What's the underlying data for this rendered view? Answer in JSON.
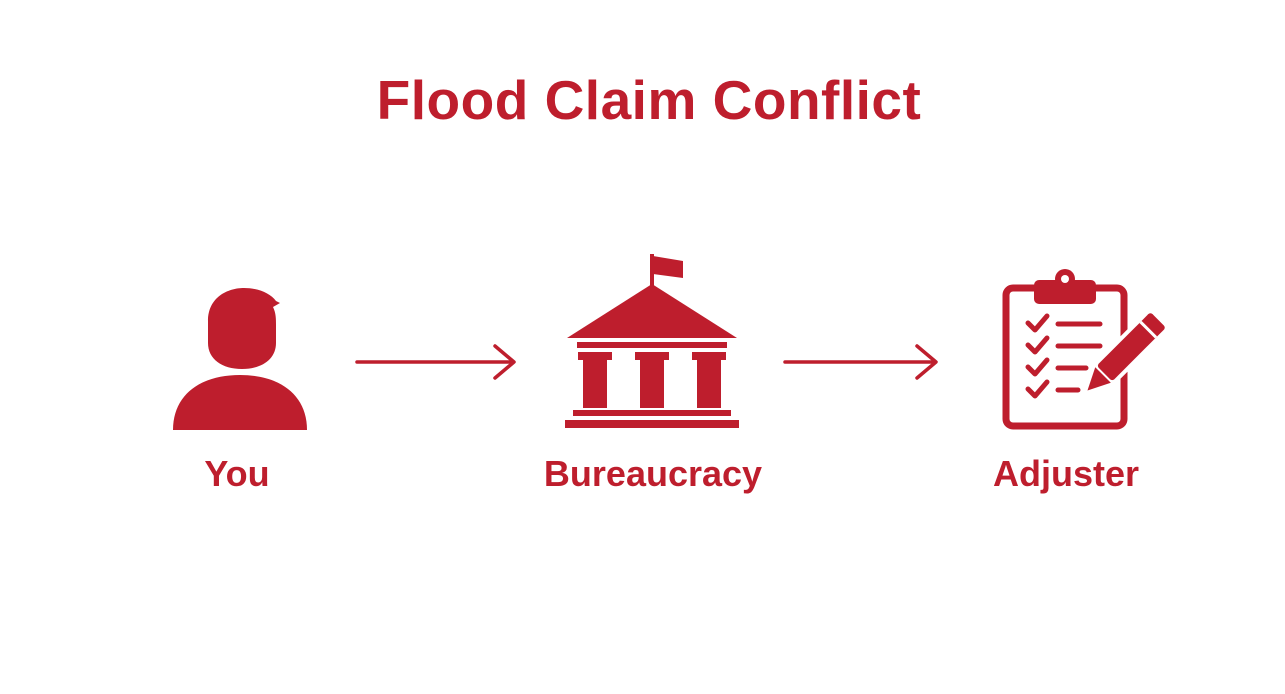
{
  "title": "Flood Claim Conflict",
  "accent_color": "#be1e2d",
  "nodes": [
    {
      "label": "You",
      "icon": "person-icon"
    },
    {
      "label": "Bureaucracy",
      "icon": "government-building-icon"
    },
    {
      "label": "Adjuster",
      "icon": "clipboard-checklist-icon"
    }
  ],
  "connections": [
    {
      "from": "You",
      "to": "Bureaucracy",
      "icon": "arrow-right-icon"
    },
    {
      "from": "Bureaucracy",
      "to": "Adjuster",
      "icon": "arrow-right-icon"
    }
  ]
}
